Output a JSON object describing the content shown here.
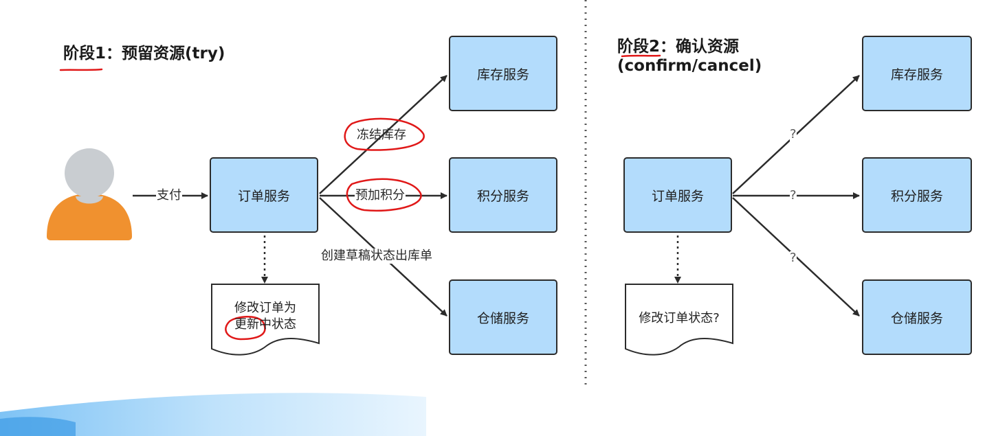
{
  "phase1": {
    "title": "阶段1：预留资源(try)",
    "pay_label": "支付",
    "order_service": "订单服务",
    "inventory_service": "库存服务",
    "points_service": "积分服务",
    "warehouse_service": "仓储服务",
    "freeze_label": "冻结库存",
    "points_label": "预加积分",
    "warehouse_label": "创建草稿状态出库单",
    "doc_line1": "修改订单为",
    "doc_line2": "更新中状态"
  },
  "phase2": {
    "title_line1": "阶段2：确认资源",
    "title_line2": "(confirm/cancel)",
    "order_service": "订单服务",
    "inventory_service": "库存服务",
    "points_service": "积分服务",
    "warehouse_service": "仓储服务",
    "q1": "?",
    "q2": "?",
    "q3": "?",
    "doc_text": "修改订单状态?"
  },
  "colors": {
    "service_fill": "#b3dcfc",
    "annotation_red": "#e01818",
    "user_head": "#c9cdd1",
    "user_body": "#f0912f"
  }
}
